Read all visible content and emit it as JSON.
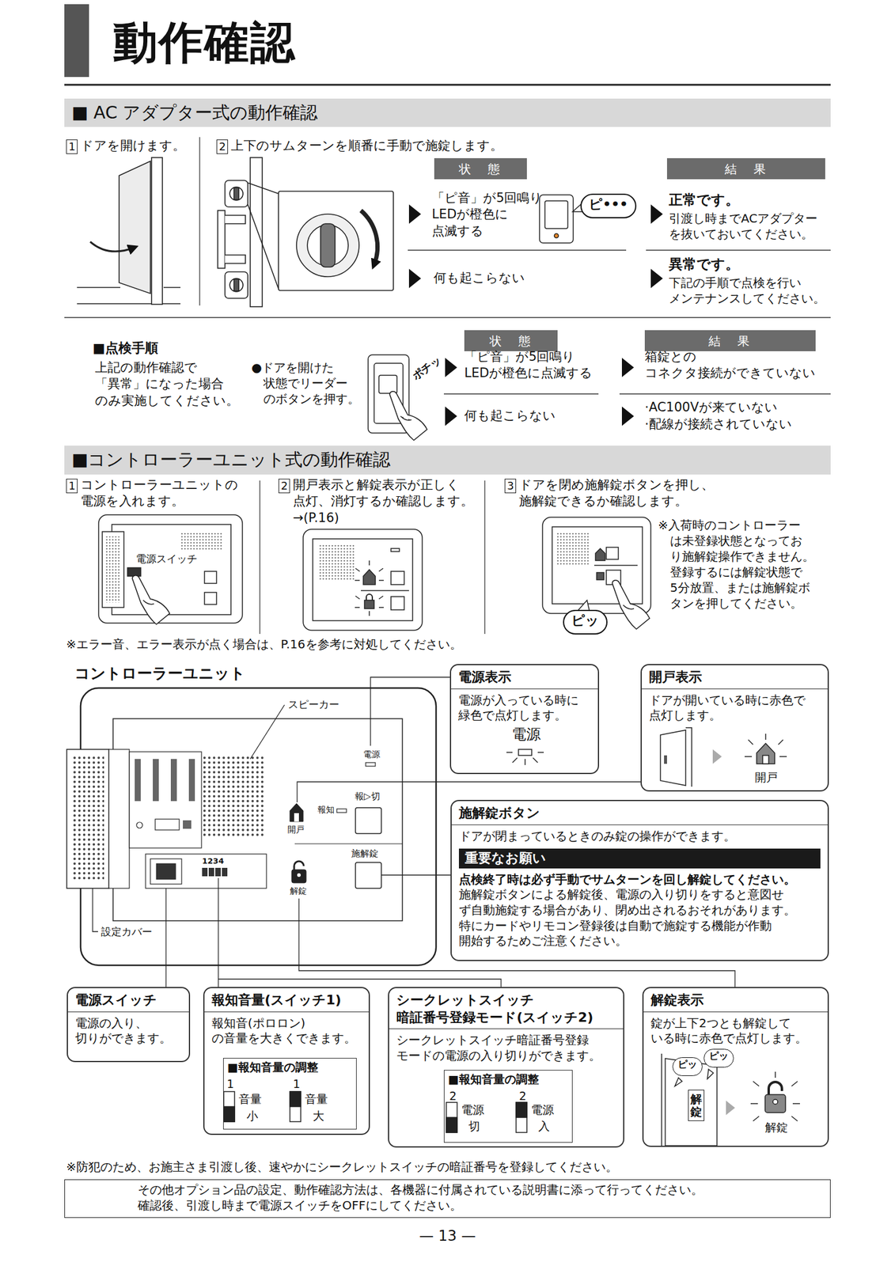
{
  "diagram": {
    "title": "動作確認",
    "nodes": [
      {
        "text": [
          "■ AC アダプター式の動作確認"
        ]
      },
      {
        "text": [
          "状　態"
        ]
      },
      {
        "text": [
          "結　果"
        ]
      },
      {
        "text": [
          "ピ•••"
        ]
      },
      {
        "text": [
          "状　態"
        ]
      },
      {
        "text": [
          "結　果"
        ]
      },
      {
        "text": [
          "■コントローラーユニット式の動作確認"
        ]
      },
      {
        "text": [
          "ピッ"
        ]
      },
      {
        "text": [
          "電源表示",
          "電源が入っている時に 緑色で点灯します。"
        ]
      },
      {
        "text": [
          "開戸表示",
          "ドアが開いている時に赤色で 点灯します。"
        ]
      },
      {
        "text": [
          "施解錠ボタン",
          "ドアが閉まっているときのみ錠の操作ができます。",
          "点検終了時は必ず手動でサムターンを回し解錠してください。",
          "施解錠ボタンによる解錠後、電源の入り切りをすると意図せ ず自動施錠する場合があり、閉め出されるおそれがあります。 特にカードやリモコン登録後は自動で施錠する機能が作動 開始するためご注意ください。"
        ]
      },
      {
        "text": [
          "重要なお願い"
        ],
        "in": 10
      },
      {
        "text": [
          "電源スイッチ",
          "電源の入り、 切りができます。"
        ]
      },
      {
        "text": [
          "報知音量(スイッチ1)",
          "報知音(ポロロン) の音量を大きくできます。"
        ]
      },
      {
        "text": [
          "■報知音量の調整"
        ],
        "in": 13
      },
      {
        "text": [
          "シークレットスイッチ 暗証番号登録モード(スイッチ2)",
          "シークレットスイッチ暗証番号登録 モードの電源の入り切りができます。"
        ]
      },
      {
        "text": [
          "■報知音量の調整"
        ],
        "in": 15
      },
      {
        "text": [
          "解錠表示",
          "錠が上下2つとも解錠して いる時に赤色で点灯します。"
        ]
      },
      {
        "text": [
          "ピッ"
        ],
        "in": 17
      },
      {
        "text": [
          "ピッ"
        ],
        "in": 17
      },
      {
        "text": [
          "その他オプション品の設定、動作確認方法は、各機器に付属されている説明書に添って行ってください。",
          "確認後、引渡し時まで電源スイッチをOFFにしてください。"
        ]
      }
    ],
    "labels": [
      "1",
      "ドアを開けます。",
      "2",
      "上下のサムターンを順番に手動で施錠します。",
      "「ピ音」が5回鳴り LEDが橙色に 点滅する",
      "正常です。",
      "引渡し時までACアダプター を抜いておいてください。",
      "何も起こらない",
      "異常です。",
      "下記の手順で点検を行い メンテナンスしてください。",
      "■点検手順",
      "上記の動作確認で 「異常」になった場合 のみ実施してください。",
      "●ドアを開けた 状態でリーダー のボタンを押す。",
      "ポチッ",
      "「ピ音」が5回鳴り LEDが橙色に点滅する",
      "箱錠との コネクタ接続ができていない",
      "何も起こらない",
      "·AC100Vが来ていない",
      "·配線が接続されていない",
      "1",
      "コントローラーユニットの 電源を入れます。",
      "電源スイッチ",
      "2",
      "開戸表示と解錠表示が正しく 点灯、消灯するか確認します。 →(P.16)",
      "3",
      "ドアを閉め施解錠ボタンを押し、 施解錠できるか確認します。",
      "※入荷時のコントローラー は未登録状態となってお り施解錠操作できません。 登録するには解錠状態で 5分放置、または施解錠ボ タンを押してください。",
      "※エラー音、エラー表示が点く場合は、P.16を参考に対処してください。",
      "コントローラーユニット",
      "スピーカー",
      "電源",
      "報知",
      "報▷切",
      "開戸",
      "施解錠",
      "解錠",
      "1234",
      "設定カバー",
      "電源",
      "開戸",
      "1",
      "音量",
      "小",
      "1",
      "音量",
      "大",
      "2",
      "電源",
      "切",
      "2",
      "電源",
      "入",
      "解錠",
      "解錠",
      "※防犯のため、お施主さま引渡し後、速やかにシークレットスイッチの暗証番号を登録してください。",
      "— 13 —"
    ]
  }
}
